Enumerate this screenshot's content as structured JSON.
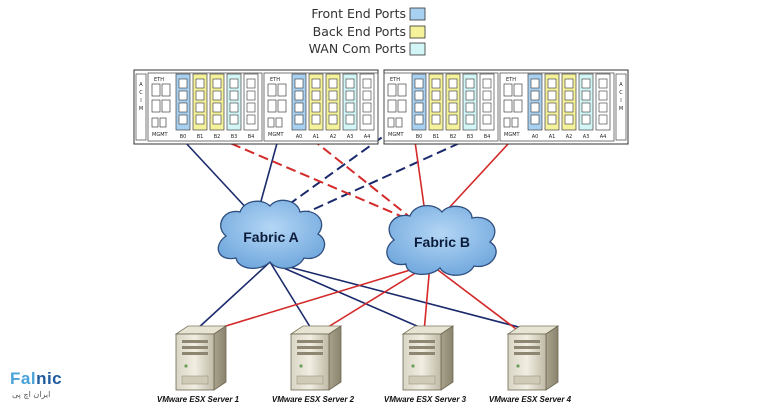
{
  "legend": {
    "front": {
      "label": "Front End Ports",
      "color": "#a8d0f0"
    },
    "back": {
      "label": "Back End Ports",
      "color": "#f4f29a"
    },
    "wan": {
      "label": "WAN Com Ports",
      "color": "#d2f6f6"
    }
  },
  "storage": {
    "eth_label": "ETH",
    "mgmt_label": "MGMT",
    "acim_label": "ACIM",
    "left_ports": [
      "B0",
      "B1",
      "B2",
      "B3",
      "B4",
      "A0",
      "A1",
      "A2",
      "A3",
      "A4"
    ],
    "right_ports": [
      "B0",
      "B1",
      "B2",
      "B3",
      "B4",
      "A0",
      "A1",
      "A2",
      "A3",
      "A4"
    ]
  },
  "fabrics": {
    "a": "Fabric A",
    "b": "Fabric B"
  },
  "servers": [
    "VMware ESX Server 1",
    "VMware ESX Server 2",
    "VMware ESX Server 3",
    "VMware ESX Server 4"
  ],
  "colors": {
    "fabric_a_link": "#1a2a6c",
    "fabric_b_link": "#d42a2a",
    "cloud": "#7fb4e6"
  },
  "brand": {
    "name_a": "Fal",
    "name_b": "nic",
    "sub": "ایران اچ پی"
  }
}
